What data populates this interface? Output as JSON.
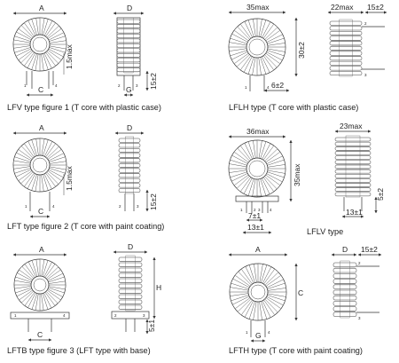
{
  "figures": [
    {
      "id": "lfv",
      "caption": "LFV type figure 1 (T core with plastic case)",
      "labels": {
        "A": "A",
        "C": "C",
        "D": "D",
        "G": "G",
        "dim1": "1.5max",
        "dim2": "15±2"
      },
      "pins": [
        "1",
        "2",
        "3",
        "4"
      ]
    },
    {
      "id": "lft",
      "caption": "LFT type figure 2 (T core with paint coating)",
      "labels": {
        "A": "A",
        "C": "C",
        "D": "D",
        "dim1": "1.5max",
        "dim2": "15±2"
      },
      "pins": [
        "1",
        "4",
        "2",
        "3"
      ]
    },
    {
      "id": "lftb",
      "caption": "LFTB type figure 3 (LFT type with base)",
      "labels": {
        "A": "A",
        "C": "C",
        "D": "D",
        "H": "H",
        "dim2": "5±1"
      },
      "pins": [
        "1",
        "2",
        "3",
        "4"
      ]
    },
    {
      "id": "lflh",
      "caption": "LFLH type (T core with plastic case)",
      "labels": {
        "w": "35max",
        "d": "22max",
        "lead": "15±2",
        "h": "30±2",
        "g": "6±2"
      },
      "pins": [
        "1",
        "2",
        "3",
        "4"
      ]
    },
    {
      "id": "lflv",
      "caption": "LFLV type",
      "labels": {
        "w": "36max",
        "d": "23max",
        "h": "35max",
        "g1": "7±1",
        "g2": "13±1",
        "g3": "13±1",
        "lead": "5±2"
      },
      "pins": [
        "1",
        "2",
        "3",
        "4"
      ]
    },
    {
      "id": "lfth",
      "caption": "LFTH type (T core with paint coating)",
      "labels": {
        "A": "A",
        "C": "C",
        "D": "D",
        "G": "G",
        "lead": "15±2"
      },
      "pins": [
        "1",
        "2",
        "3",
        "4"
      ]
    }
  ]
}
